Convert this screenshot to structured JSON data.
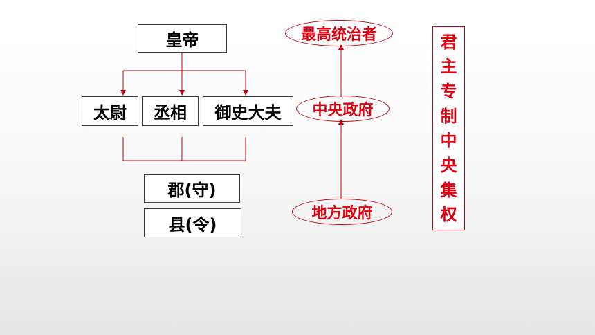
{
  "hierarchy": {
    "top": "皇帝",
    "ministers": [
      "太尉",
      "丞相",
      "御史大夫"
    ],
    "prefecture": "郡(守)",
    "county": "县(令)"
  },
  "levels": {
    "top": "最高统治者",
    "middle": "中央政府",
    "bottom": "地方政府"
  },
  "side_title_chars": [
    "君",
    "主",
    "专",
    "制",
    "中",
    "央",
    "集",
    "权"
  ],
  "colors": {
    "accent": "#e00010",
    "line": "#c0000f",
    "box_border": "#3a3a3a"
  }
}
